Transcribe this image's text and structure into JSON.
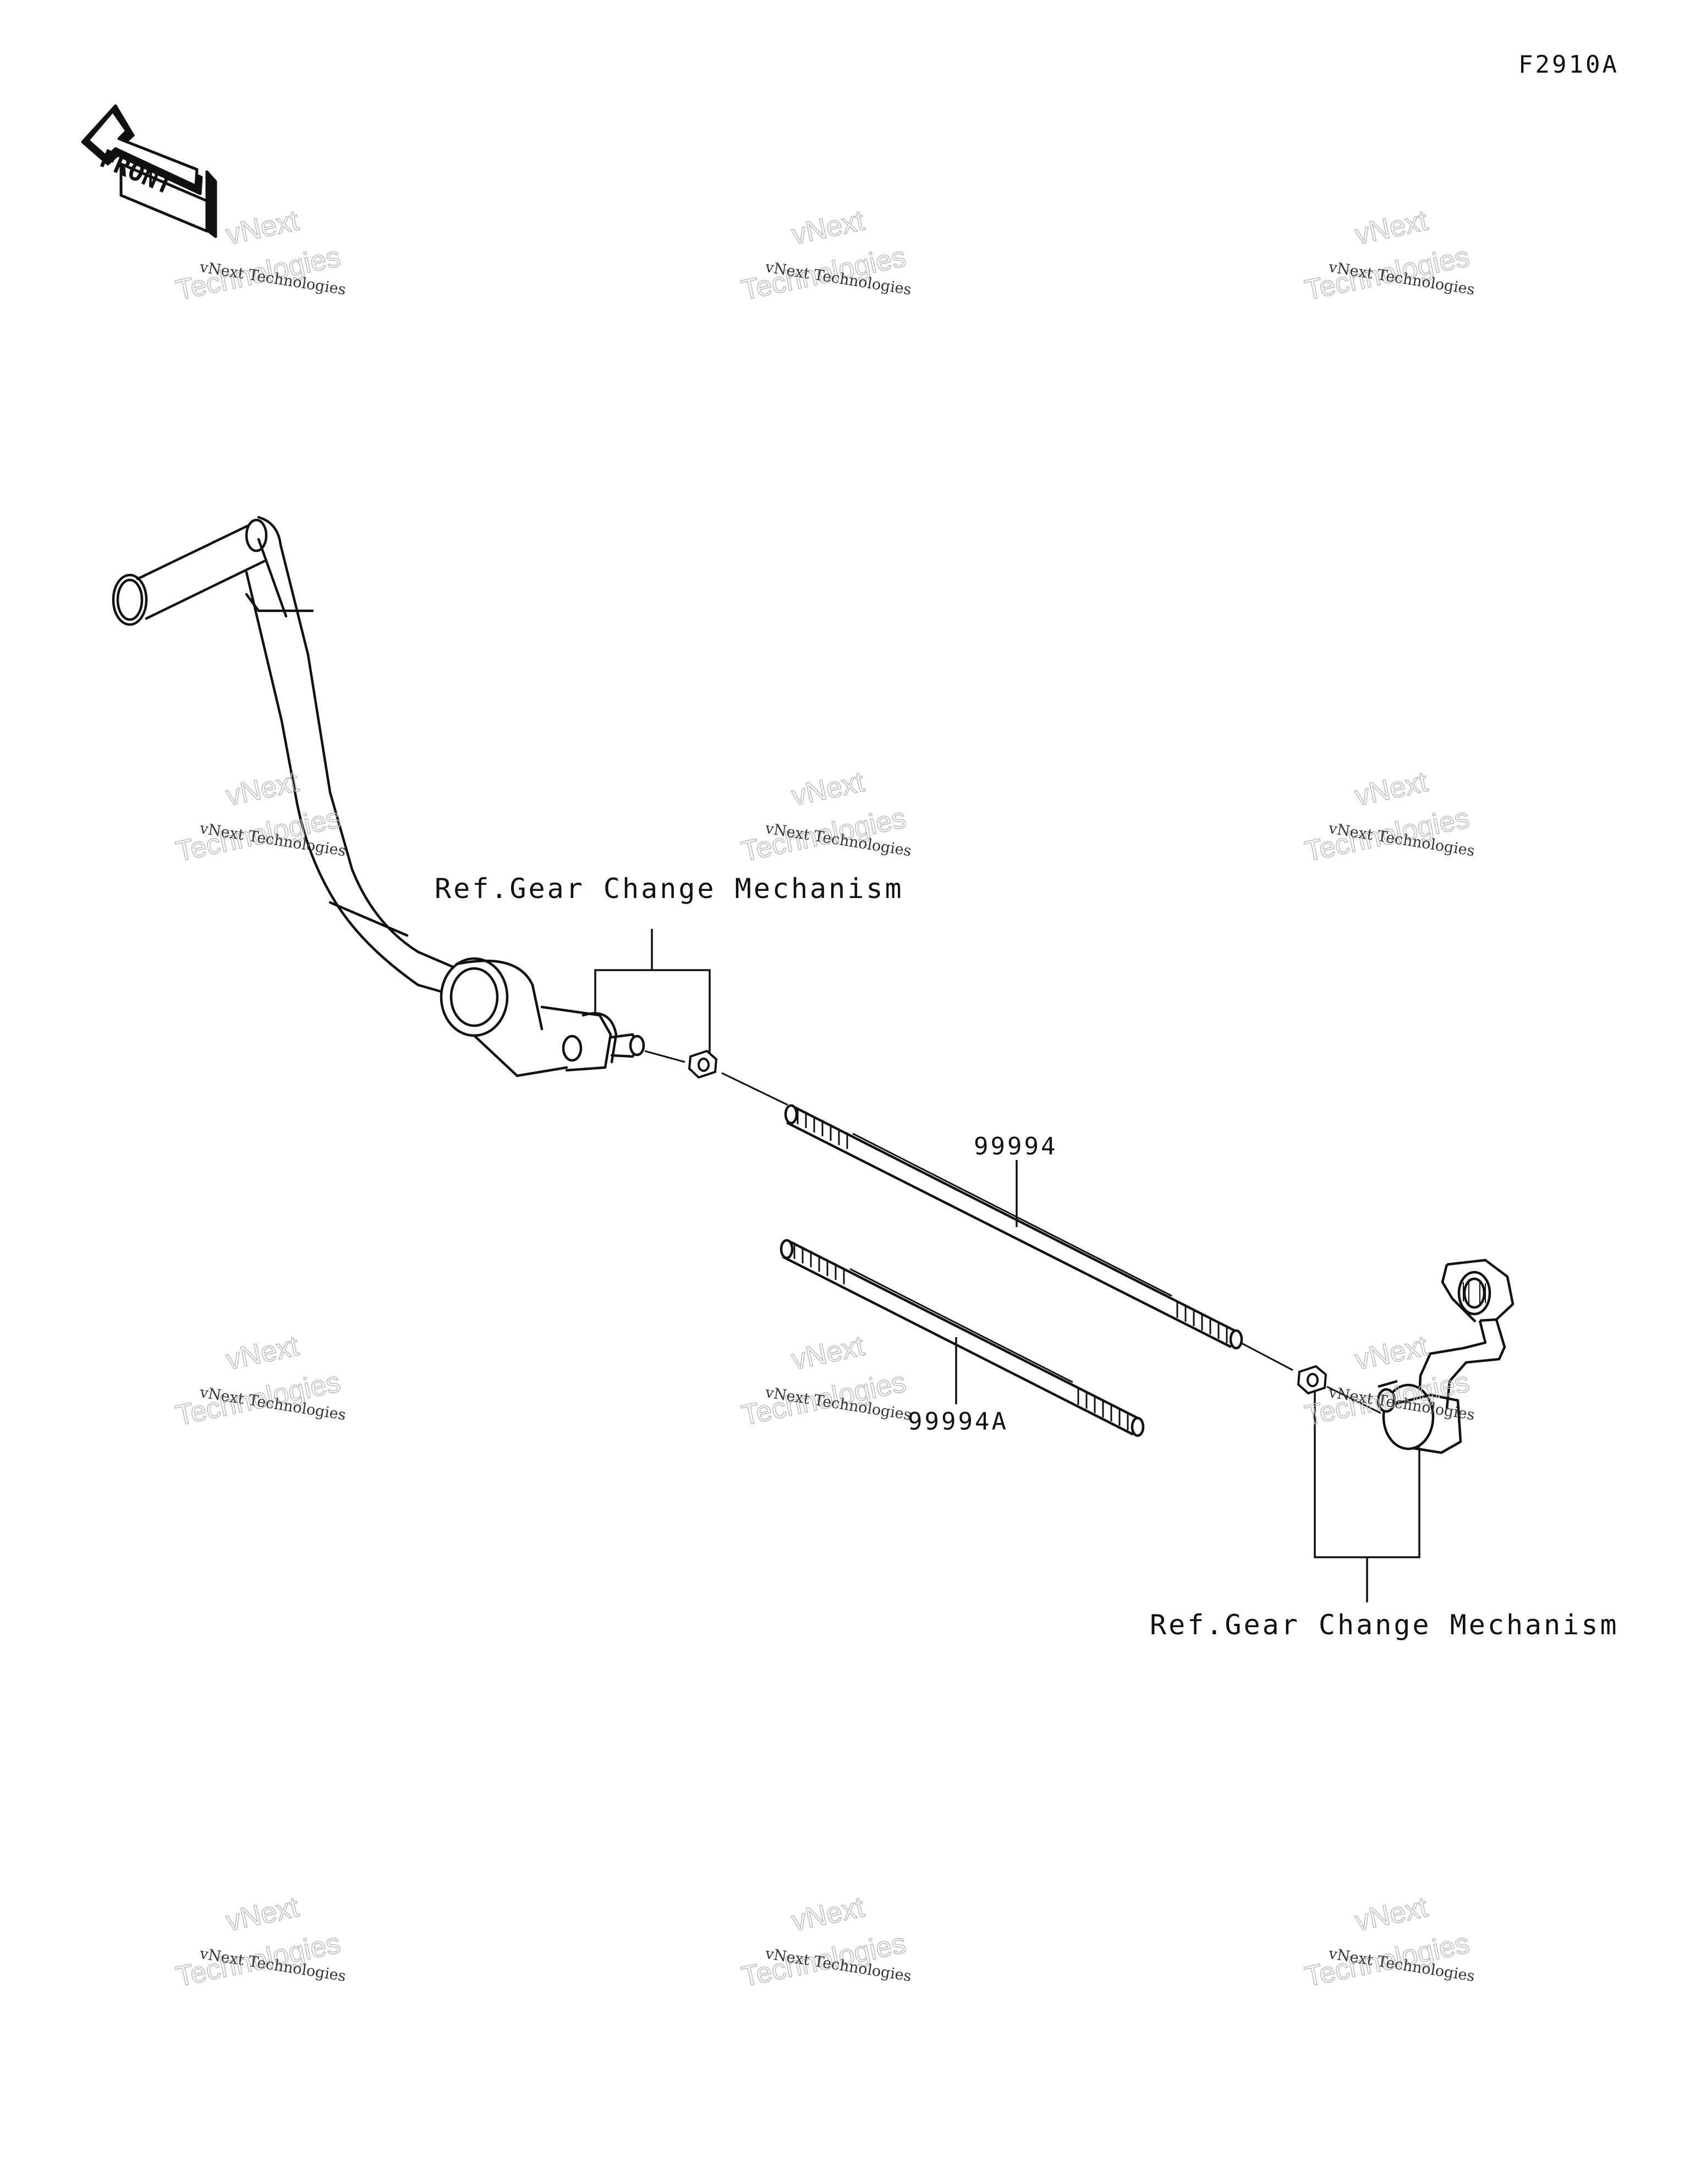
{
  "figure_code": "F2910A",
  "front_label": "FRONT",
  "callouts": {
    "ref_top": "Ref.Gear Change Mechanism",
    "ref_bottom": "Ref.Gear Change Mechanism",
    "part_rod": "99994",
    "part_rod_a": "99994A"
  },
  "watermark": {
    "line1": "vNext Technologies",
    "line2_a": "vNext",
    "line2_b": "Technologies"
  },
  "colors": {
    "line": "#111111",
    "background": "#ffffff",
    "watermark": "#bdbdbd"
  }
}
